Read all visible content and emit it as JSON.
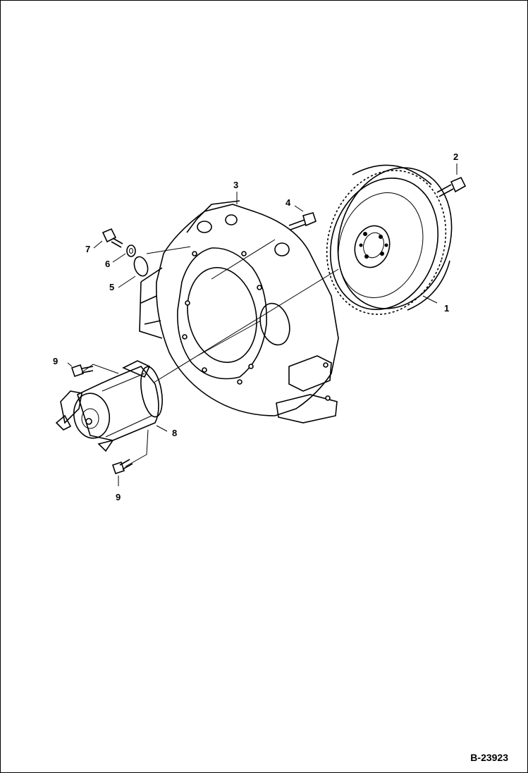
{
  "figure": {
    "id_label": "B-23923"
  },
  "callouts": [
    {
      "key": "flywheel",
      "label": "1"
    },
    {
      "key": "flywheel-bolt",
      "label": "2"
    },
    {
      "key": "flywheel-housing",
      "label": "3"
    },
    {
      "key": "housing-bolt",
      "label": "4"
    },
    {
      "key": "o-ring",
      "label": "5"
    },
    {
      "key": "washer",
      "label": "6"
    },
    {
      "key": "plug-bolt",
      "label": "7"
    },
    {
      "key": "starter",
      "label": "8"
    },
    {
      "key": "starter-bolt-upper",
      "label": "9"
    },
    {
      "key": "starter-bolt-lower",
      "label": "9"
    }
  ]
}
